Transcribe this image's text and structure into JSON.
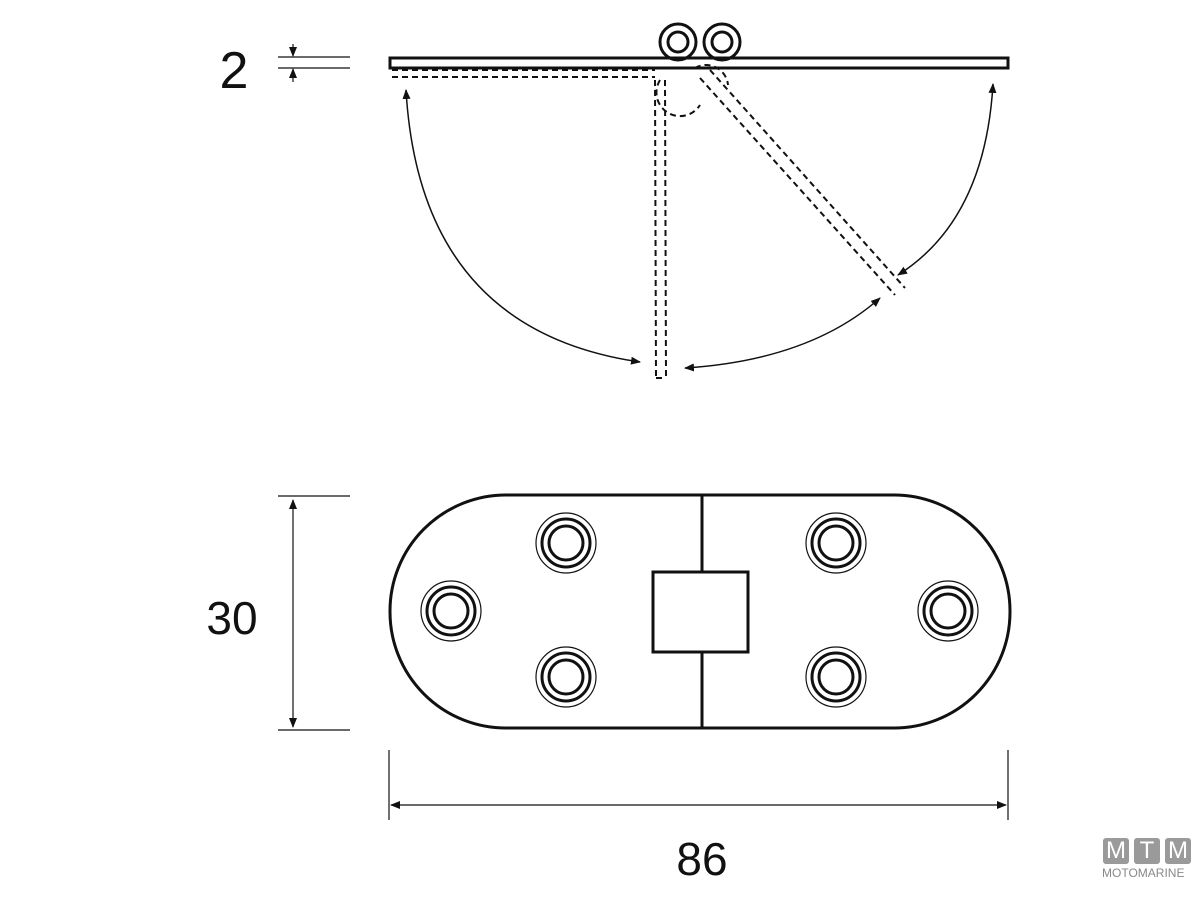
{
  "dimensions": {
    "thickness": "2",
    "width": "30",
    "length": "86"
  },
  "logo": {
    "letters": [
      "M",
      "T",
      "M"
    ],
    "name": "MOTOMARINE"
  },
  "colors": {
    "line": "#111111",
    "logo": "#9a9a9a"
  }
}
